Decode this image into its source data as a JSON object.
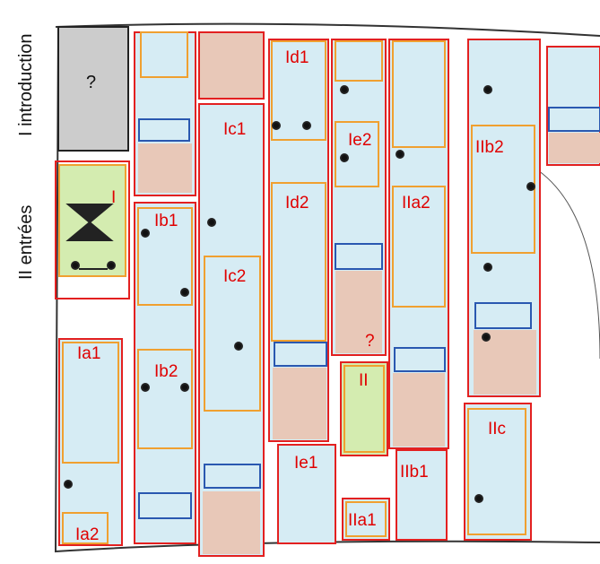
{
  "sections": {
    "intro": "I introduction",
    "entries": "II entrées"
  },
  "unknown_mark": "?",
  "labels": {
    "I": "I",
    "Ia1": "Ia1",
    "Ia2": "Ia2",
    "Ib1": "Ib1",
    "Ib2": "Ib2",
    "Ic1": "Ic1",
    "Ic2": "Ic2",
    "Id1": "Id1",
    "Id2": "Id2",
    "Ie1": "Ie1",
    "Ie2": "Ie2",
    "II": "II",
    "IIa1": "IIa1",
    "IIa2": "IIa2",
    "IIb1": "IIb1",
    "IIb2": "IIb2",
    "IIc": "IIc",
    "q_mid": "?"
  },
  "colors": {
    "red": "#e32020",
    "orange": "#f0a030",
    "blue": "#2a58b0",
    "light_blue": "#d6ecf4",
    "pink": "#e8c8b8",
    "green": "#d4ecb0",
    "grey": "#cccccc"
  }
}
